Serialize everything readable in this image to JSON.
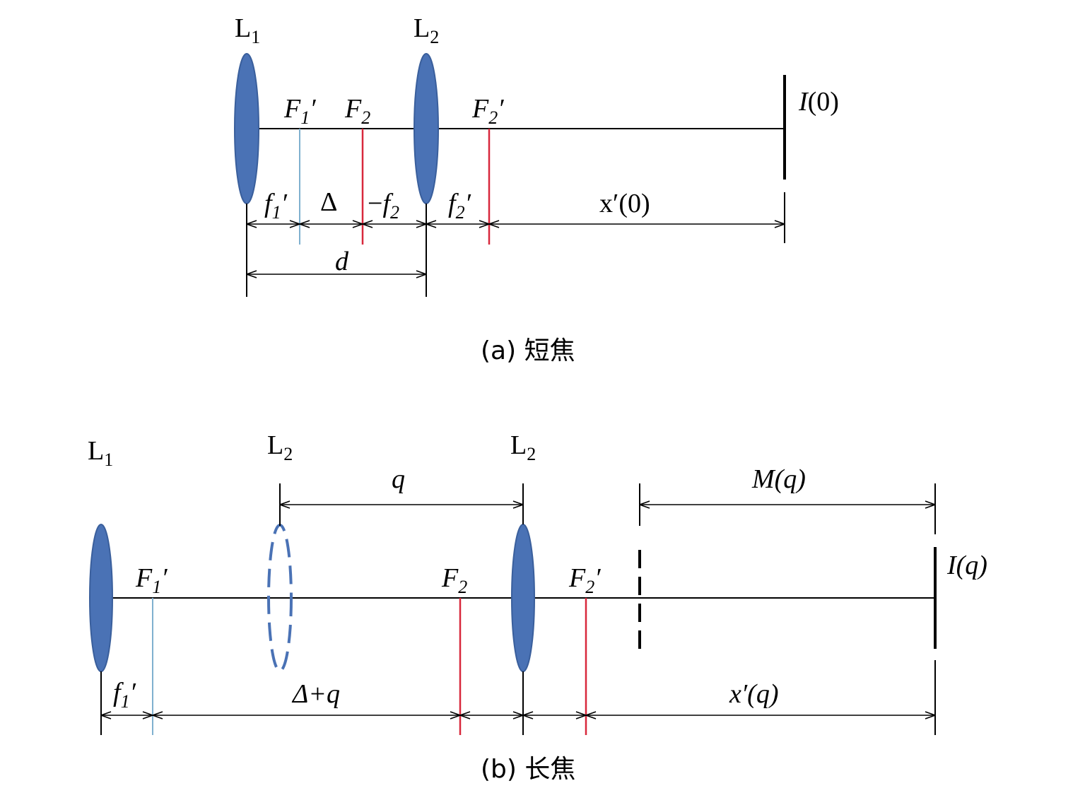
{
  "colors": {
    "lens_fill": "#4a72b5",
    "lens_stroke": "#3a5f9c",
    "focal_blue": "#7fb0cf",
    "focal_red": "#d8283c",
    "line": "#000000"
  },
  "panel_a": {
    "caption": "(a) 短焦",
    "L1": {
      "base": "L",
      "sub": "1"
    },
    "L2": {
      "base": "L",
      "sub": "2"
    },
    "F1p": {
      "base": "F",
      "sub": "1",
      "prime": "′"
    },
    "F2": {
      "base": "F",
      "sub": "2"
    },
    "F2p": {
      "base": "F",
      "sub": "2",
      "prime": "′"
    },
    "I": "I(0)",
    "dim_f1p": {
      "base": "f",
      "sub": "1",
      "prime": "′"
    },
    "dim_delta": "Δ",
    "dim_mf2": {
      "pre": "−",
      "base": "f",
      "sub": "2"
    },
    "dim_f2p": {
      "base": "f",
      "sub": "2",
      "prime": "′"
    },
    "dim_x": "x′(0)",
    "dim_d": "d"
  },
  "panel_b": {
    "caption": "(b) 长焦",
    "L1": {
      "base": "L",
      "sub": "1"
    },
    "L2_ghost": {
      "base": "L",
      "sub": "2"
    },
    "L2": {
      "base": "L",
      "sub": "2"
    },
    "dim_q": "q",
    "dim_M": "M(q)",
    "F1p": {
      "base": "F",
      "sub": "1",
      "prime": "′"
    },
    "F2": {
      "base": "F",
      "sub": "2"
    },
    "F2p": {
      "base": "F",
      "sub": "2",
      "prime": "′"
    },
    "I": "I(q)",
    "dim_f1p": {
      "base": "f",
      "sub": "1",
      "prime": "′"
    },
    "dim_dq": "Δ+q",
    "dim_x": "x′(q)"
  }
}
